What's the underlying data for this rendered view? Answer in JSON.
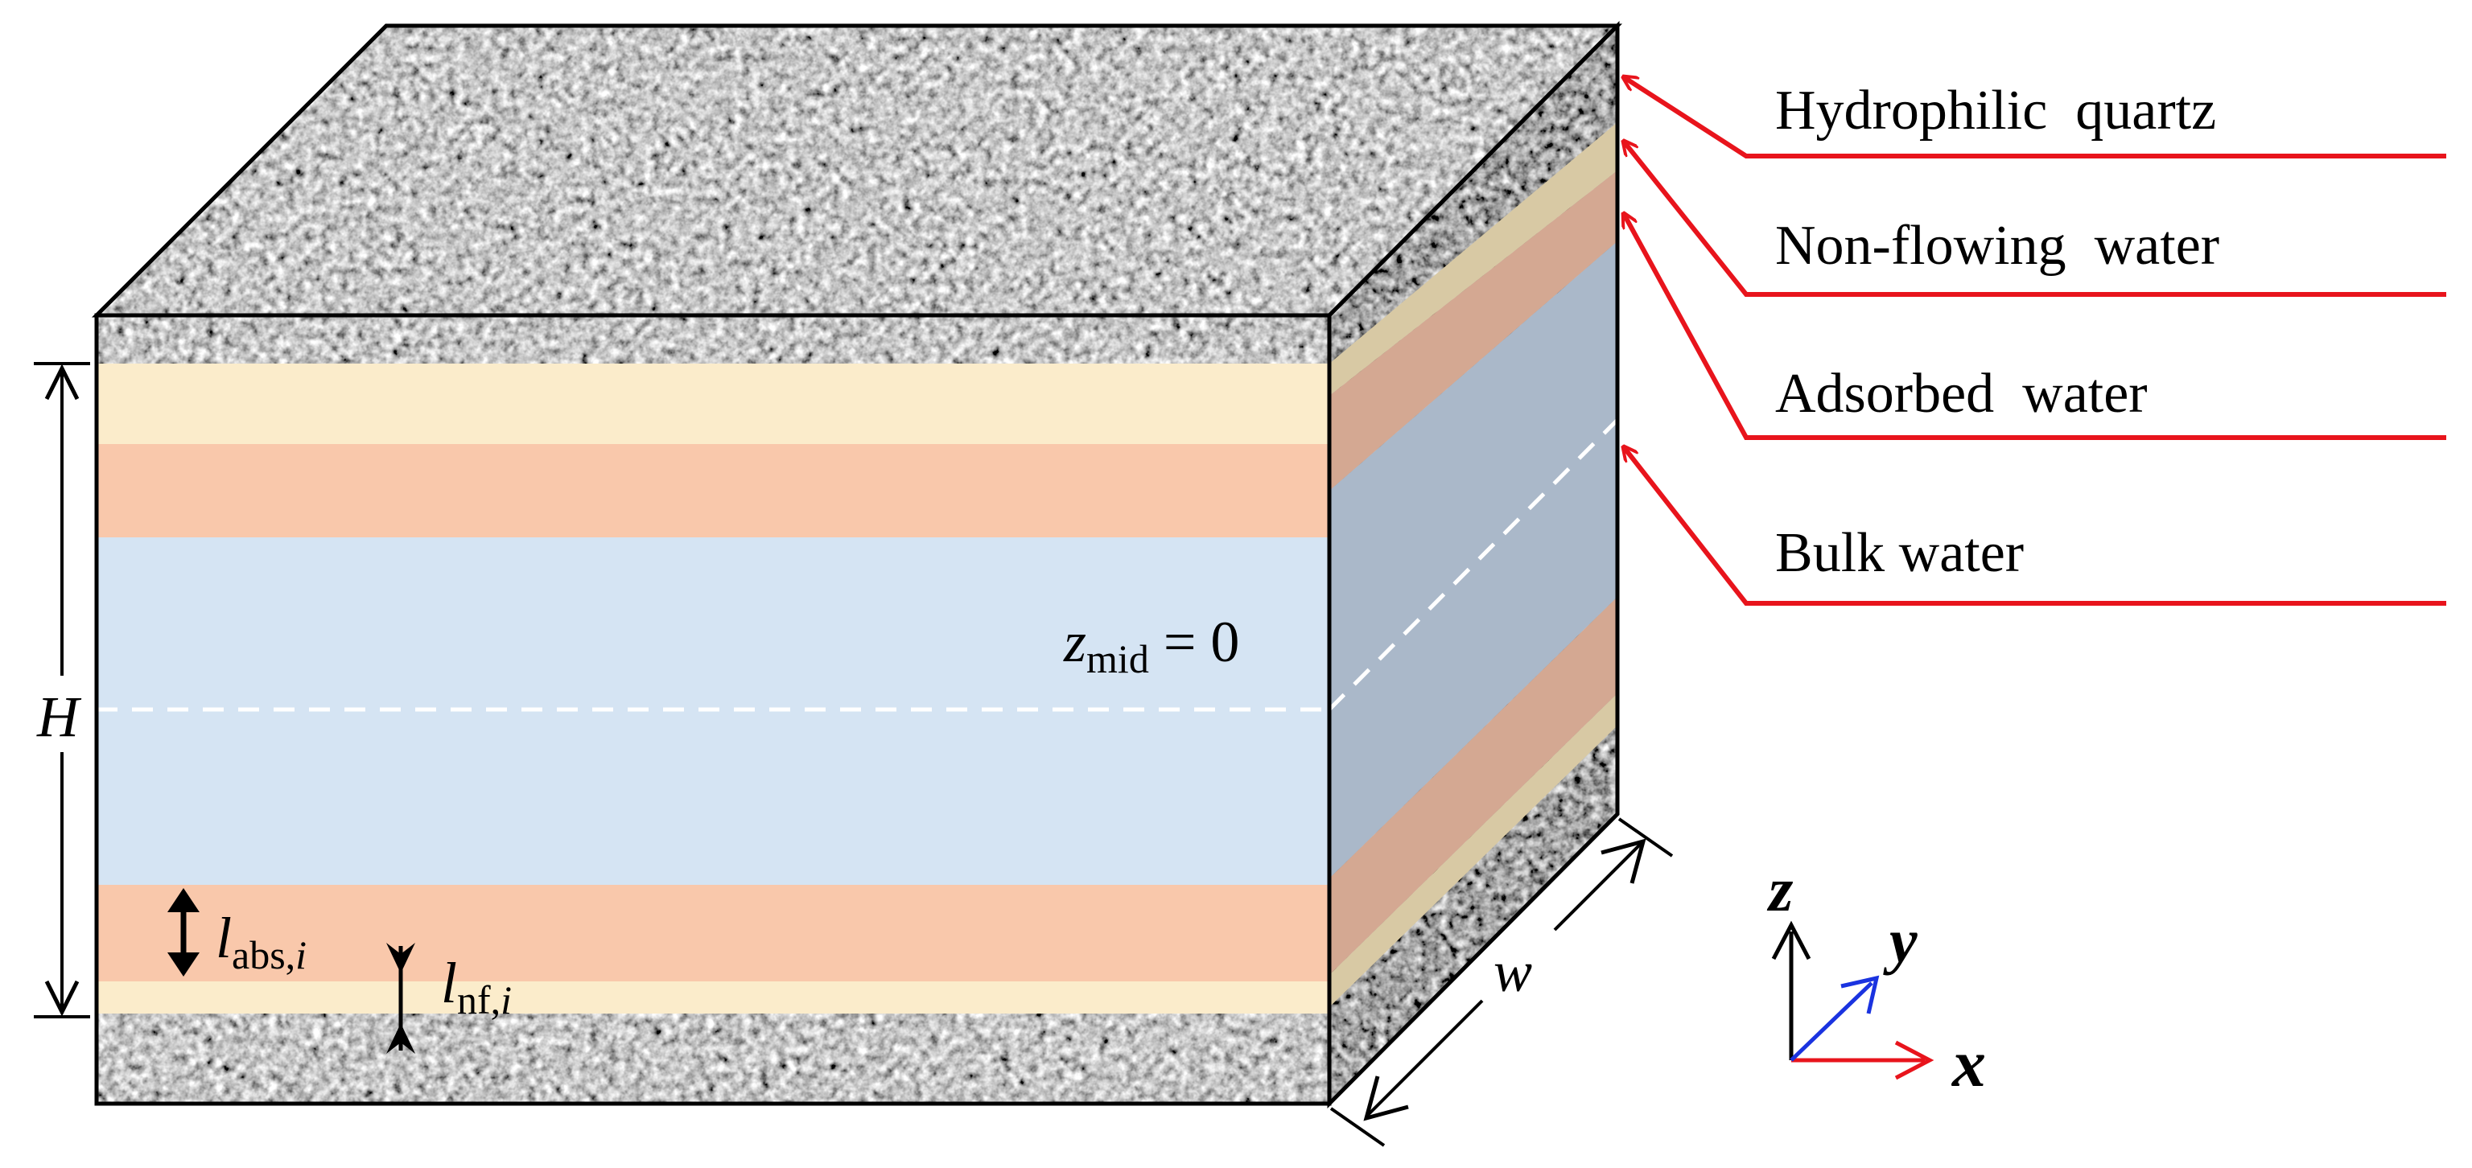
{
  "labels": {
    "quartz": "Hydrophilic  quartz",
    "nonflowing": "Non-flowing  water",
    "adsorbed": "Adsorbed  water",
    "bulk": "Bulk water"
  },
  "symbols": {
    "height": "H",
    "width": "w",
    "zmid_var": "z",
    "zmid_sub": "mid",
    "zmid_eq": " = 0",
    "labs_var": "l",
    "labs_sub": "abs,",
    "labs_idx": "i",
    "lnf_var": "l",
    "lnf_sub": "nf,",
    "lnf_idx": "i"
  },
  "axes": {
    "x": "x",
    "y": "y",
    "z": "z"
  },
  "colors": {
    "leader": "#e8141c",
    "axis_x": "#e8141c",
    "axis_y": "#1a33e0",
    "axis_z": "#000000",
    "nonflowing_front": "#fbeccb",
    "adsorbed_front": "#f9c8ab",
    "bulk_front": "#d5e4f3",
    "nonflowing_side": "#d8c9a4",
    "adsorbed_side": "#d4a892",
    "bulk_side": "#aab8c9"
  }
}
